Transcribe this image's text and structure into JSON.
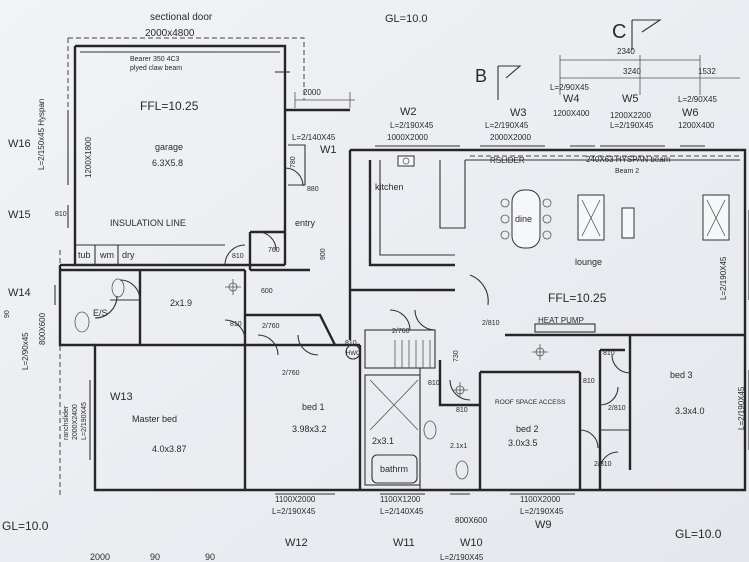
{
  "labels": {
    "sectional_door": "sectional door",
    "door_size": "2000x4800",
    "beam_top": "Bearer 350 4C3",
    "beam_top2": "plyed claw beam",
    "gl_top": "GL=10.0",
    "gl_bl": "GL=10.0",
    "gl_br": "GL=10.0",
    "ffl_garage": "FFL=10.25",
    "ffl_lounge": "FFL=10.25",
    "garage": "garage",
    "garage_size": "6.3X5.8",
    "insulation": "INSULATION LINE",
    "w16": "W16",
    "w16_spec": "L=2/150x45 Hyspan",
    "w16_size": "1200X1800",
    "w15": "W15",
    "w14": "W14",
    "w14_spec": "L=2/90x45",
    "w14_size": "800X600",
    "w13": "W13",
    "w13_spec1": "ranchslider",
    "w13_spec2": "2000X2400",
    "w13_spec3": "L=2/190X45",
    "tub": "tub",
    "wm": "wm",
    "dry": "dry",
    "es": "E/S",
    "room_2x19": "2x1.9",
    "master": "Master bed",
    "master_size": "4.0x3.87",
    "bed1": "bed 1",
    "bed1_size": "3.98x3.2",
    "bed2": "bed 2",
    "bed2_size": "3.0x3.5",
    "bed3": "bed 3",
    "bed3_size": "3.3x4.0",
    "bathrm": "bathrm",
    "bath_size": "2x3.1",
    "kitchen": "kitchen",
    "dine": "dine",
    "lounge": "lounge",
    "entry": "entry",
    "heat_pump": "HEAT PUMP",
    "roof_space": "ROOF SPACE ACCESS",
    "hwc": "HWC",
    "rslider": "RSLIDER",
    "hyspan_beam": "240X63 HYSPAN beam",
    "beam2": "Beam 2",
    "b_marker": "B",
    "c_marker": "C",
    "w1": "W1",
    "w1_spec": "L=2/140X45",
    "w2": "W2",
    "w2_spec": "L=2/190X45",
    "w2_size": "1000X2000",
    "w3": "W3",
    "w3_spec": "L=2/190X45",
    "w3_size": "2000X2000",
    "w4": "W4",
    "w4_spec": "L=2/90X45",
    "w4_size": "1200X400",
    "w5": "W5",
    "w5_spec": "L=2/190X45",
    "w5_size": "1200X2200",
    "w6": "W6",
    "w6_spec": "L=2/90X45",
    "w6_size": "1200X400",
    "w7_spec": "L=2/190X45",
    "w8_spec": "L=2/190X45",
    "w9": "W9",
    "w9_size": "1100X2000",
    "w9_spec": "L=2/190X45",
    "w10": "W10",
    "w10_size": "800X600",
    "w10_spec": "L=2/190X45",
    "w11": "W11",
    "w11_size": "1100X1200",
    "w11_spec": "L=2/140X45",
    "w12": "W12",
    "w12_size": "1100X2000",
    "w12_spec": "L=2/190X45",
    "dim_2000": "2000",
    "dim_2340": "2340",
    "dim_3240": "3240",
    "dim_1532": "1532",
    "d_780a": "780",
    "d_880": "880",
    "d_810a": "810",
    "d_760": "760",
    "d_810b": "810",
    "d_600": "600",
    "d_810c": "810",
    "d_810d": "810",
    "d_2760a": "2/760",
    "d_2760b": "2/760",
    "d_2810a": "2/810",
    "d_2810b": "2/810",
    "d_2810c": "2/810",
    "d_810e": "810",
    "d_810f": "810",
    "d_810g": "810",
    "d_810h": "810",
    "d_730": "730",
    "d_21x1": "2.1x1",
    "d_900": "900",
    "b_2000": "2000",
    "b_90a": "90",
    "b_90b": "90",
    "side_90": "90"
  }
}
